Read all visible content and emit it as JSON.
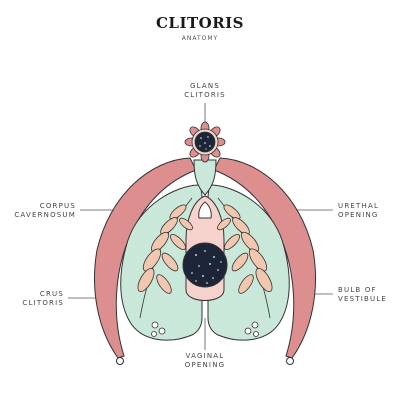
{
  "header": {
    "title": "CLITORIS",
    "subtitle": "ANATOMY"
  },
  "labels": {
    "glans": [
      "GLANS",
      "CLITORIS"
    ],
    "corpus": [
      "CORPUS",
      "CAVERNOSUM"
    ],
    "urethral": [
      "URETHAL",
      "OPENING"
    ],
    "crus": [
      "CRUS",
      "CLITORIS"
    ],
    "bulb": [
      "BULB OF",
      "VESTIBULE"
    ],
    "vaginal": [
      "VAGINAL",
      "OPENING"
    ]
  },
  "colors": {
    "pink": "#dd8f8f",
    "mint": "#c9e8d9",
    "leaf": "#f2c7b0",
    "blush": "#f5d3cc",
    "navy": "#1c2638",
    "outline": "#333333"
  }
}
